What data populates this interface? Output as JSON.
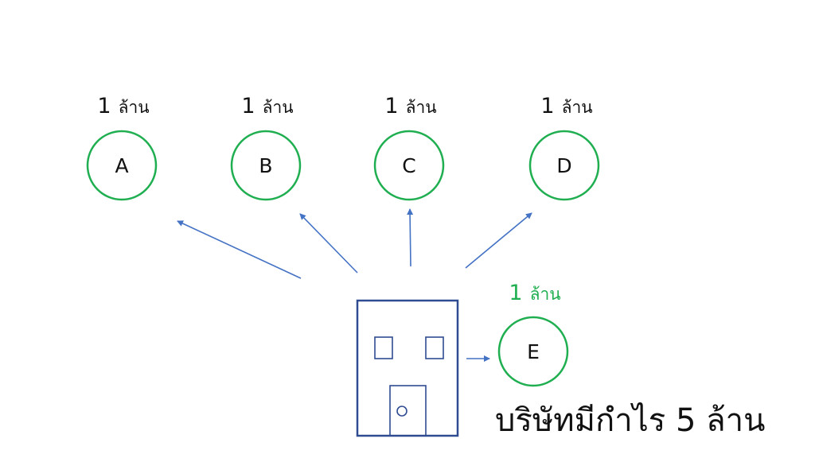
{
  "shareholders": [
    {
      "amount": "1",
      "unit": "ล้าน",
      "letter": "A"
    },
    {
      "amount": "1",
      "unit": "ล้าน",
      "letter": "B"
    },
    {
      "amount": "1",
      "unit": "ล้าน",
      "letter": "C"
    },
    {
      "amount": "1",
      "unit": "ล้าน",
      "letter": "D"
    }
  ],
  "retained": {
    "amount": "1",
    "unit": "ล้าน",
    "letter": "E"
  },
  "caption": "บริษัทมีกำไร 5 ล้าน",
  "colors": {
    "circle": "#1fae50",
    "arrow": "#4472c4",
    "building": "#2f4b91",
    "text": "#111111",
    "retained_label": "#1fae50"
  }
}
